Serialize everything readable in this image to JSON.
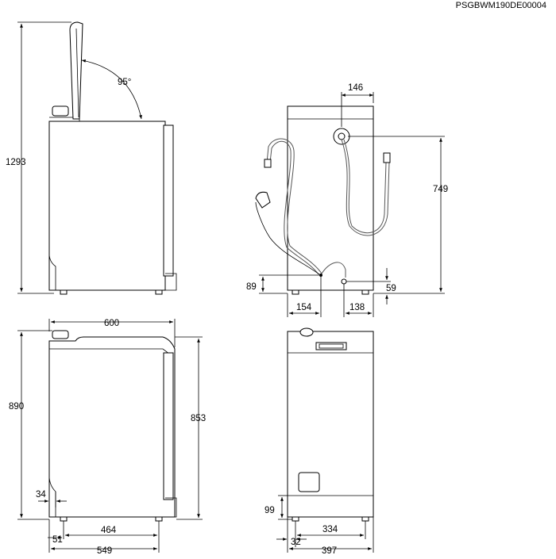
{
  "document_code": "PSGBWM190DE00004",
  "side_view_lid_open": {
    "lid_angle": "95°",
    "total_height_lid_open": "1293"
  },
  "rear_view": {
    "hose_inlet_width": "146",
    "inlet_height": "749",
    "drain_height": "89",
    "drain_offset": "154",
    "inlet_low_height": "59",
    "inlet_low_offset": "138"
  },
  "side_view_closed": {
    "depth_top": "600",
    "height": "890",
    "height_body": "853",
    "toe_height": "34",
    "feet_spacing": "464",
    "front_foot_offset": "51",
    "depth_base": "549"
  },
  "front_view": {
    "foot_height": "99",
    "feet_spacing": "334",
    "side_foot_offset": "32",
    "width": "397"
  }
}
